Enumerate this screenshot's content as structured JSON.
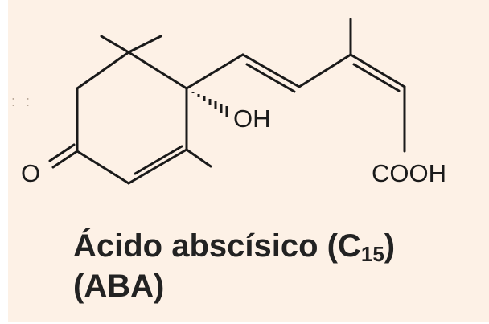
{
  "structure": {
    "atoms": {
      "hydroxyl": "OH",
      "ketone_oxygen": "O",
      "carboxyl": "COOH"
    }
  },
  "caption": {
    "name": "Ácido abscísico (C",
    "subscript": "15",
    "name_close": ")",
    "abbreviation": "(ABA)"
  },
  "colors": {
    "panel_background": "#fdf1e6",
    "ink": "#1a1a1a"
  }
}
